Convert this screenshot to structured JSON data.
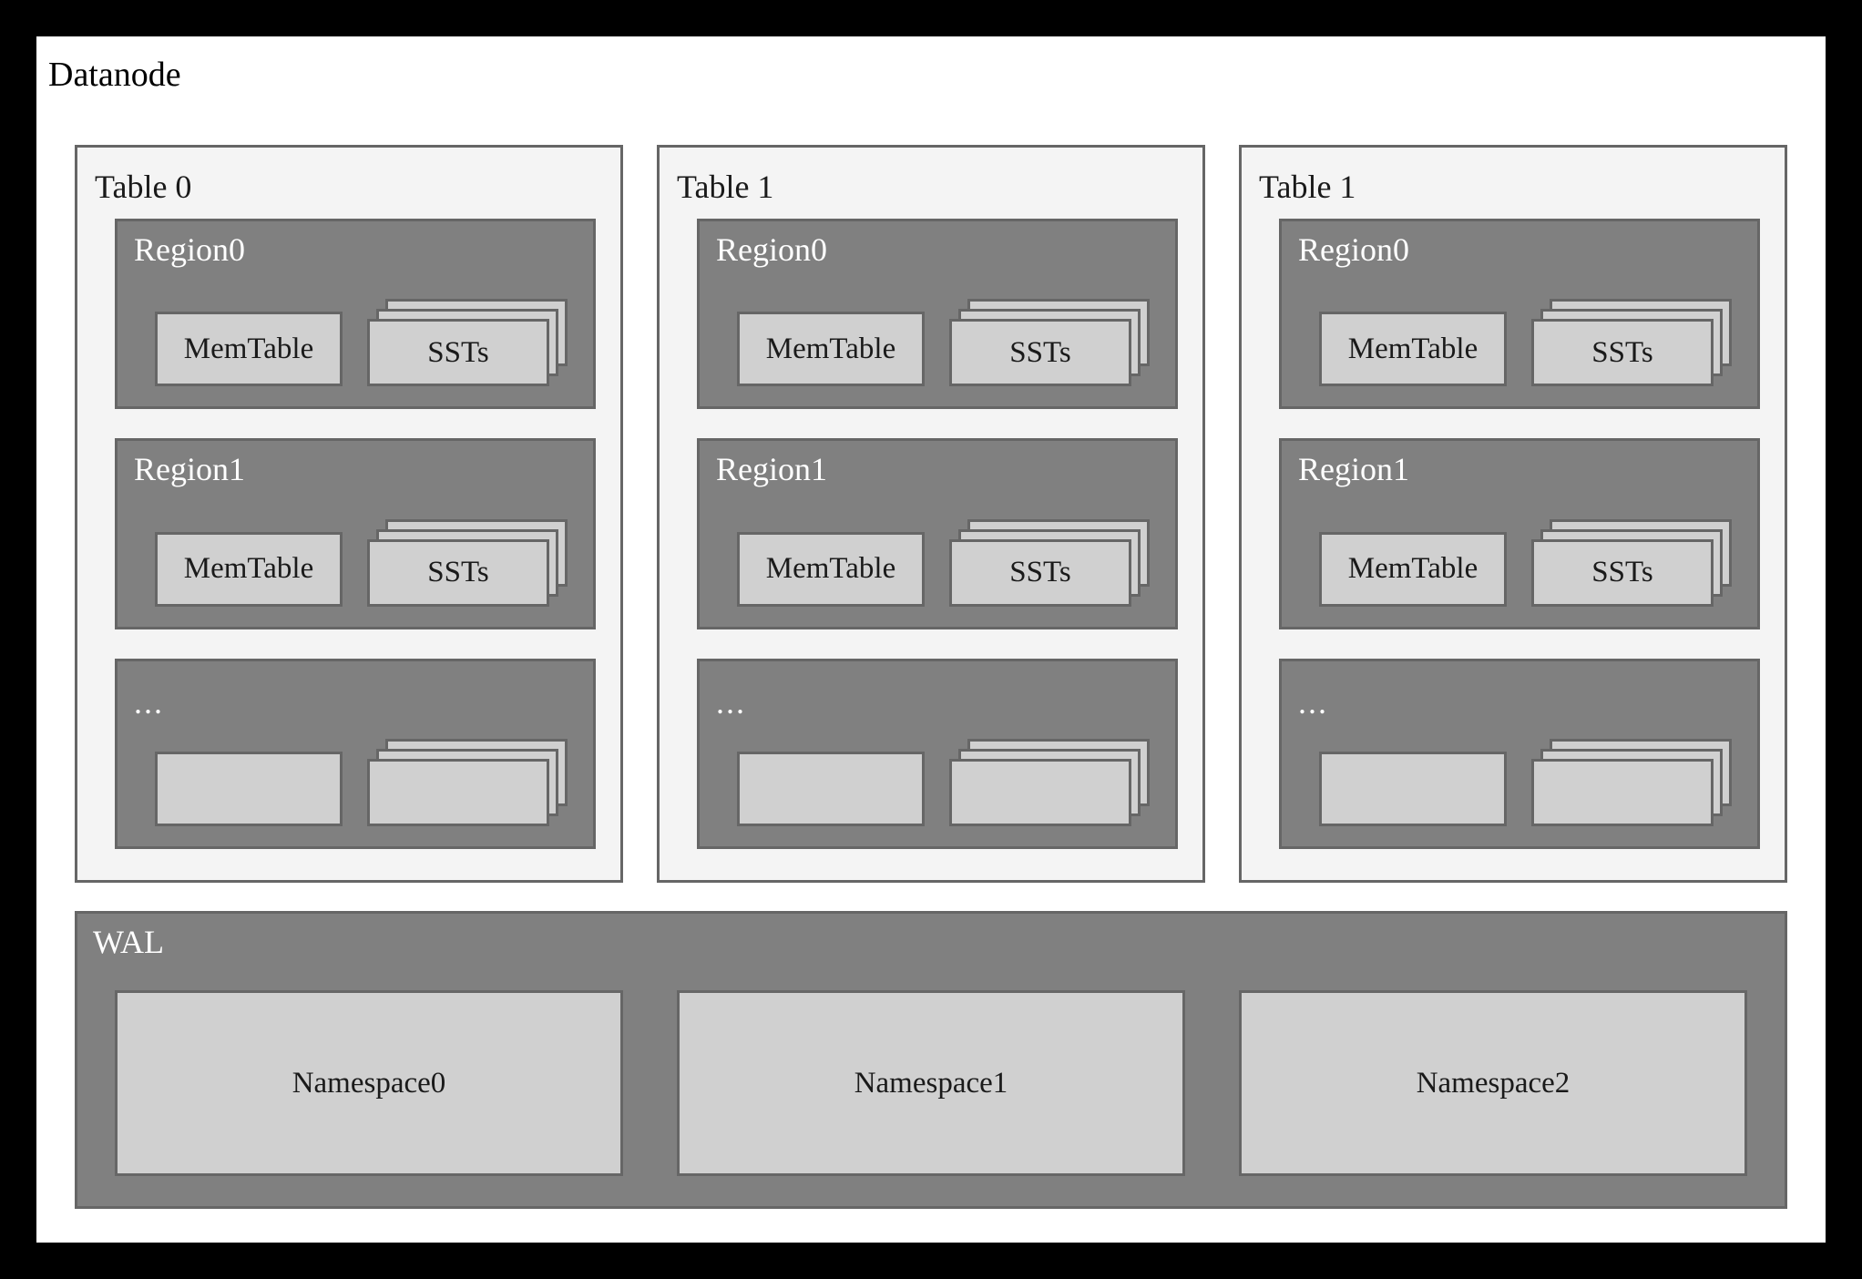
{
  "diagram": {
    "title": "Datanode",
    "colors": {
      "frame": "#000000",
      "canvas": "#ffffff",
      "table_panel_fill": "#f4f4f4",
      "region_fill": "#808080",
      "box_fill": "#d0d0d0",
      "border": "#666666",
      "label_dark": "#1a1a1a",
      "label_light": "#ffffff"
    },
    "tables": [
      {
        "label": "Table 0",
        "regions": [
          {
            "label": "Region0",
            "memtable": "MemTable",
            "ssts": "SSTs",
            "is_ellipsis": false
          },
          {
            "label": "Region1",
            "memtable": "MemTable",
            "ssts": "SSTs",
            "is_ellipsis": false
          },
          {
            "label": "...",
            "memtable": "",
            "ssts": "",
            "is_ellipsis": true
          }
        ]
      },
      {
        "label": "Table 1",
        "regions": [
          {
            "label": "Region0",
            "memtable": "MemTable",
            "ssts": "SSTs",
            "is_ellipsis": false
          },
          {
            "label": "Region1",
            "memtable": "MemTable",
            "ssts": "SSTs",
            "is_ellipsis": false
          },
          {
            "label": "...",
            "memtable": "",
            "ssts": "",
            "is_ellipsis": true
          }
        ]
      },
      {
        "label": "Table 1",
        "regions": [
          {
            "label": "Region0",
            "memtable": "MemTable",
            "ssts": "SSTs",
            "is_ellipsis": false
          },
          {
            "label": "Region1",
            "memtable": "MemTable",
            "ssts": "SSTs",
            "is_ellipsis": false
          },
          {
            "label": "...",
            "memtable": "",
            "ssts": "",
            "is_ellipsis": true
          }
        ]
      }
    ],
    "wal": {
      "label": "WAL",
      "namespaces": [
        {
          "label": "Namespace0"
        },
        {
          "label": "Namespace1"
        },
        {
          "label": "Namespace2"
        }
      ]
    }
  }
}
